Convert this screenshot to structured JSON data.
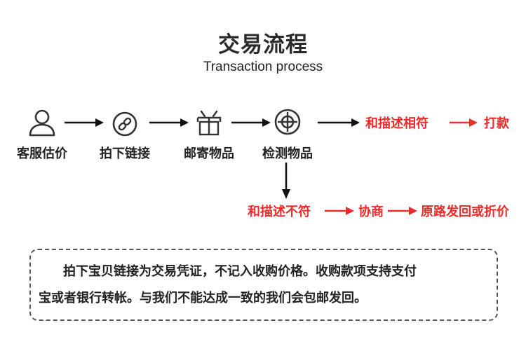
{
  "header": {
    "title": "交易流程",
    "subtitle": "Transaction process"
  },
  "flow": {
    "steps": [
      {
        "label": "客服估价",
        "icon": "user-icon"
      },
      {
        "label": "拍下链接",
        "icon": "link-icon"
      },
      {
        "label": "邮寄物品",
        "icon": "gift-box-icon"
      },
      {
        "label": "检测物品",
        "icon": "target-inspect-icon"
      }
    ],
    "match_branch": {
      "result": "和描述相符",
      "action": "打款"
    },
    "mismatch_branch": {
      "result": "和描述不符",
      "step2": "协商",
      "step3": "原路发回或折价"
    },
    "accent_color": "#ee2a2a"
  },
  "note": {
    "line1": "拍下宝贝链接为交易凭证，不记入收购价格。收购款项支持支付",
    "line2": "宝或者银行转帐。与我们不能达成一致的我们会包邮发回。"
  }
}
